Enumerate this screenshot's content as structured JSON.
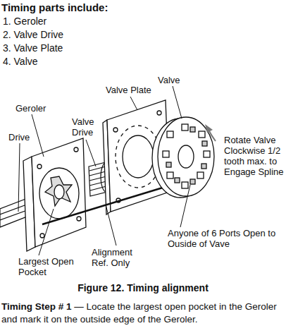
{
  "diagram": {
    "title": "Timing parts include:",
    "caption": "Figure 12. Timing alignment",
    "labels": [
      "1. Geroler",
      "2. Valve Drive",
      "3. Valve Plate",
      "4. Valve",
      "Geroler",
      "Valve Plate",
      "Valve",
      "Valve Drive",
      "Drive",
      "Rotate Valve Clockwise 1/2 tooth max. to Engage Spline",
      "Largest Open Pocket",
      "Alignment Ref. Only",
      "Anyone of 6 Ports Open to Ouside of Vave",
      "Timing Step # 1",
      "— Locate the largest open pocket in the Geroler and mark it on the outside edge of the Geroler."
    ]
  }
}
